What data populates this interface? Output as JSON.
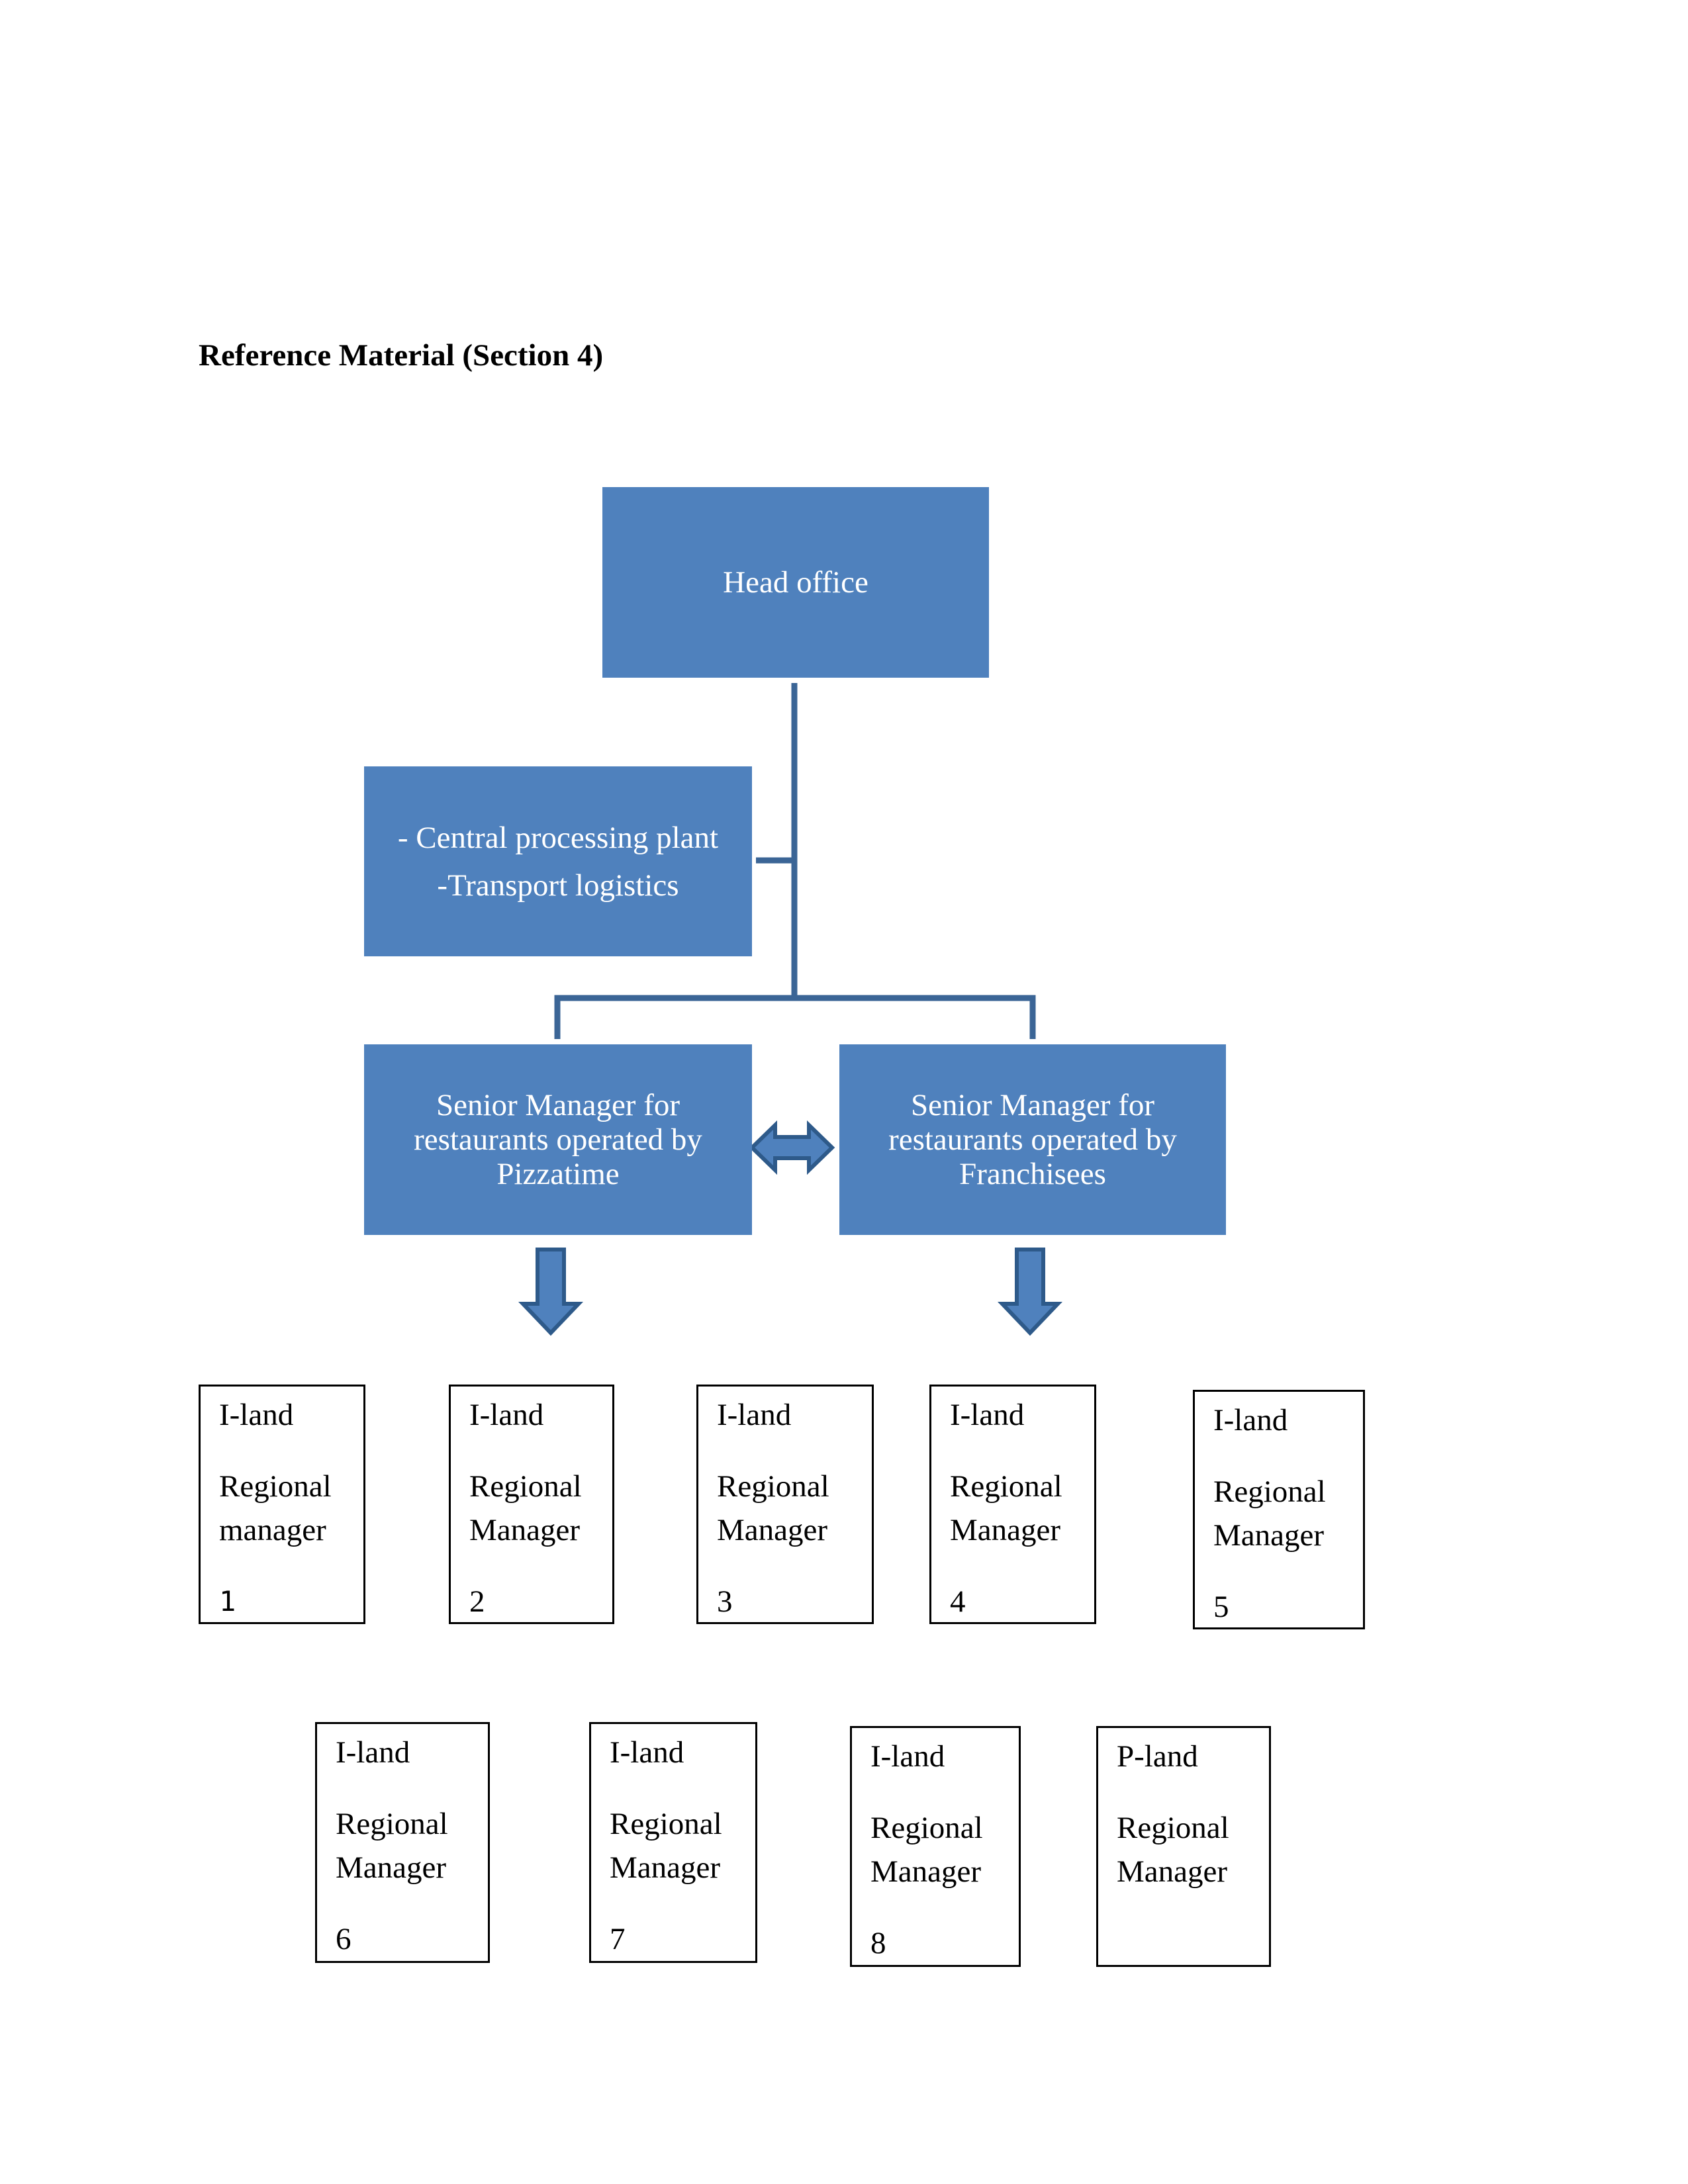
{
  "heading": "Reference Material (Section 4)",
  "head_office": {
    "label": "Head office"
  },
  "support_box": {
    "line1": "- Central processing plant",
    "line2": "-Transport logistics"
  },
  "senior_managers": [
    {
      "line1": "Senior Manager for",
      "line2": "restaurants operated by",
      "line3": "Pizzatime"
    },
    {
      "line1": "Senior Manager for",
      "line2": "restaurants operated by",
      "line3": "Franchisees"
    }
  ],
  "regional_managers": [
    {
      "name": "I-land",
      "role1": "Regional",
      "role2": "manager",
      "number": "1"
    },
    {
      "name": "I-land",
      "role1": "Regional",
      "role2": "Manager",
      "number": "2"
    },
    {
      "name": "I-land",
      "role1": "Regional",
      "role2": "Manager",
      "number": "3"
    },
    {
      "name": "I-land",
      "role1": "Regional",
      "role2": "Manager",
      "number": "4"
    },
    {
      "name": "I-land",
      "role1": "Regional",
      "role2": "Manager",
      "number": "5"
    },
    {
      "name": "I-land",
      "role1": "Regional",
      "role2": "Manager",
      "number": "6"
    },
    {
      "name": "I-land",
      "role1": "Regional",
      "role2": "Manager",
      "number": "7"
    },
    {
      "name": "I-land",
      "role1": "Regional",
      "role2": "Manager",
      "number": "8"
    },
    {
      "name": "P-land",
      "role1": "Regional",
      "role2": "Manager",
      "number": ""
    }
  ],
  "colors": {
    "box_fill": "#4f81bd",
    "connector": "#3b6596",
    "arrow_fill": "#4f81bd",
    "arrow_stroke": "#2e5a8a"
  }
}
